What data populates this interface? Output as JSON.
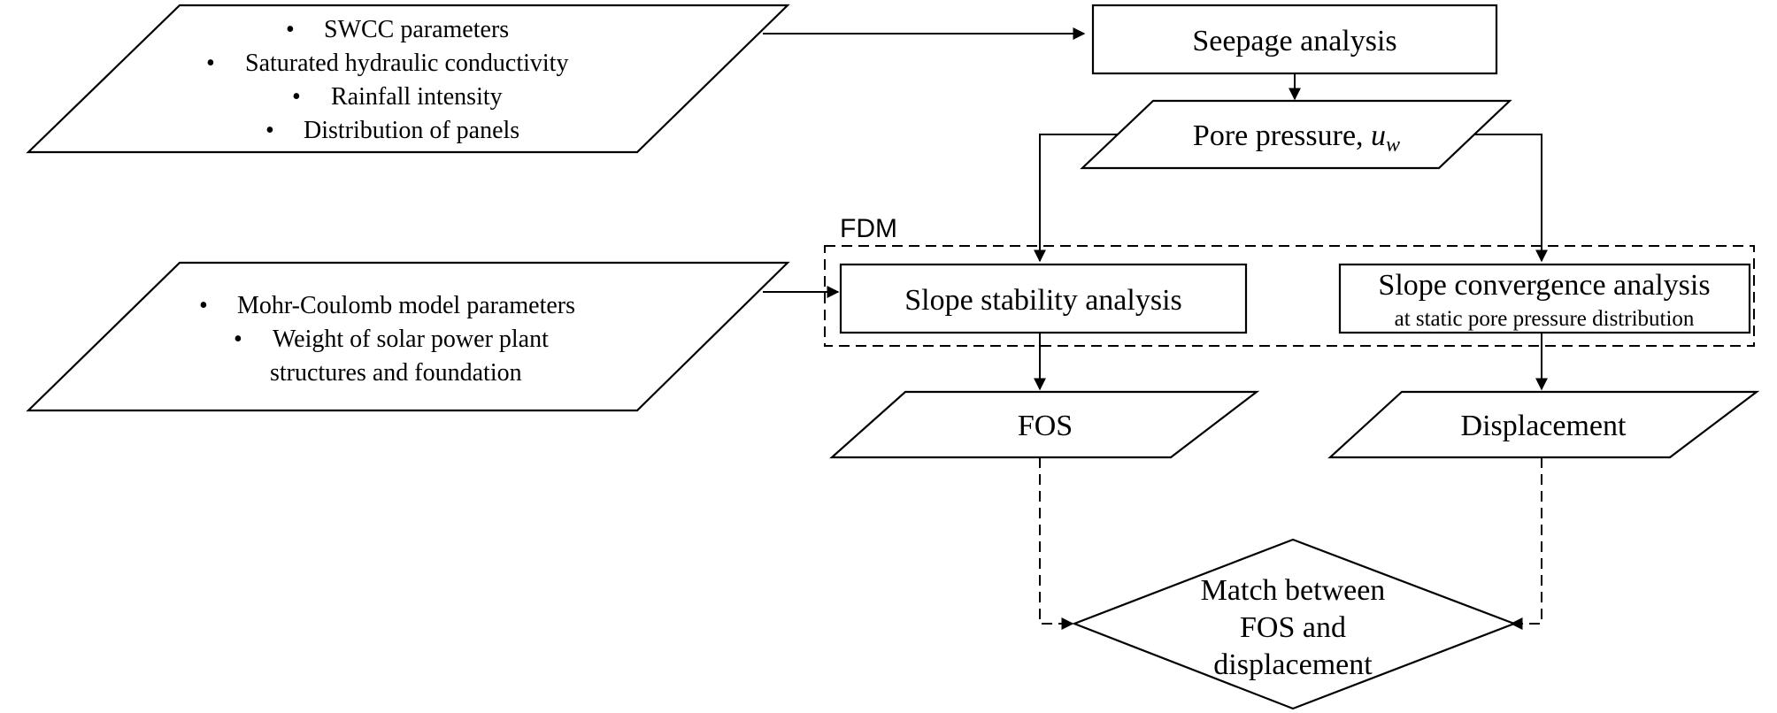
{
  "inputs_top": {
    "items": [
      "SWCC parameters",
      "Saturated hydraulic conductivity",
      "Rainfall intensity",
      "Distribution of panels"
    ]
  },
  "inputs_bottom": {
    "items": [
      "Mohr-Coulomb model parameters",
      "Weight of solar power plant"
    ],
    "continuation": "structures and foundation"
  },
  "seepage": {
    "label": "Seepage analysis"
  },
  "pore_pressure": {
    "label": "Pore pressure, ",
    "symbol": "u",
    "subscript": "w"
  },
  "fdm": {
    "label": "FDM"
  },
  "stability": {
    "label": "Slope stability analysis"
  },
  "convergence": {
    "label": "Slope convergence analysis",
    "sublabel": "at static pore pressure distribution"
  },
  "fos": {
    "label": "FOS"
  },
  "displacement": {
    "label": "Displacement"
  },
  "match": {
    "lines": [
      "Match between",
      "FOS and",
      "displacement"
    ]
  },
  "bullet": "•"
}
